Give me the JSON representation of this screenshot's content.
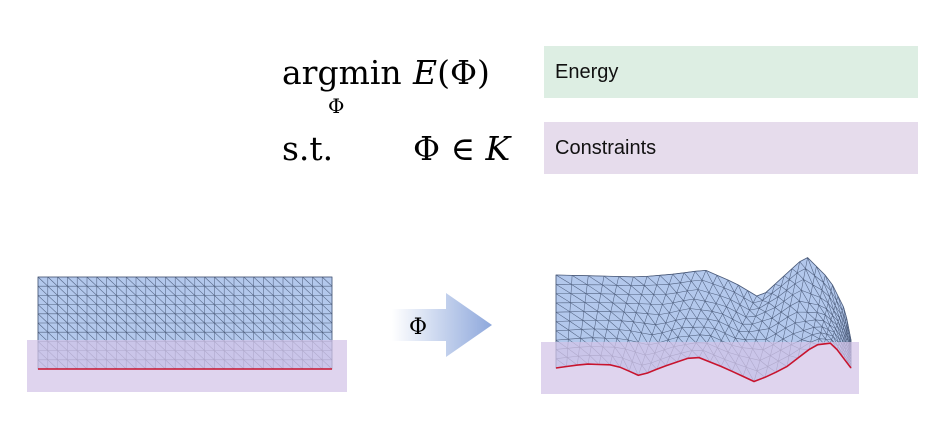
{
  "objective": {
    "operator": "argmin",
    "variable": "Φ",
    "function": "E",
    "argument": "(Φ)"
  },
  "constraint": {
    "prefix": "s.t.",
    "variable": "Φ",
    "relation": "∈",
    "set": "K"
  },
  "labels": {
    "energy": "Energy",
    "constraints": "Constraints"
  },
  "arrow": {
    "label": "Φ"
  },
  "colors": {
    "energy_box": "#ddeee3",
    "constraints_box": "#e6dcec",
    "mesh_fill": "#b3c8ec",
    "mesh_lines": "#4f5f7e",
    "boundary": "#c8142e",
    "constraint_region": "#d2c4e8"
  }
}
